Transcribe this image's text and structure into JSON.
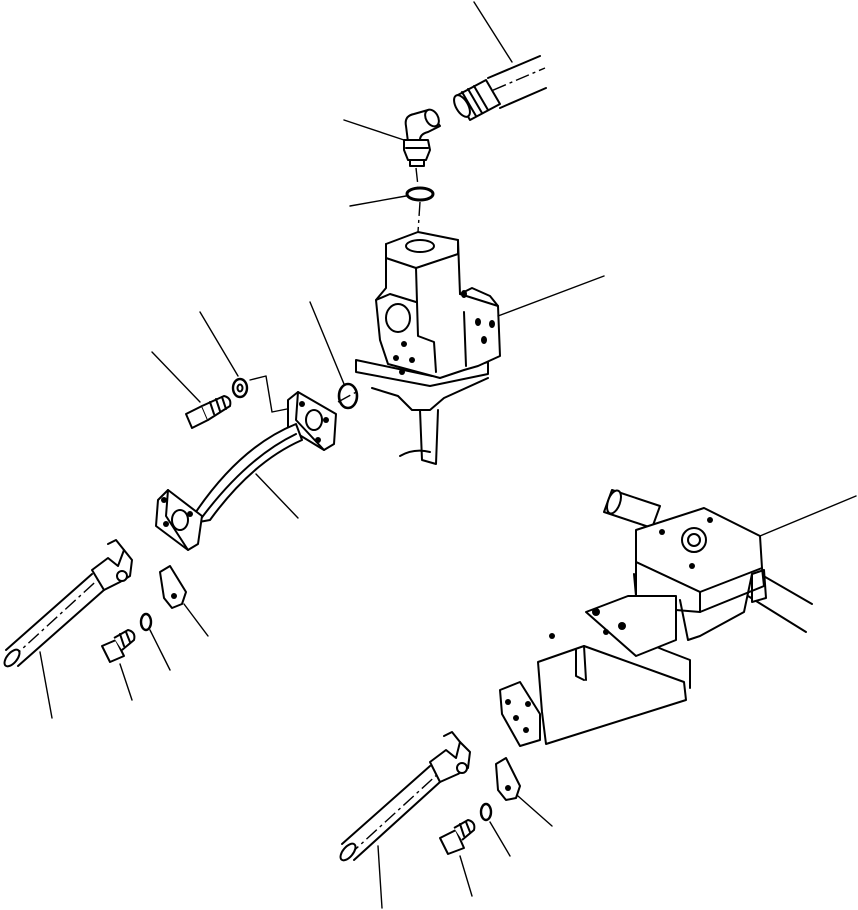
{
  "diagram": {
    "kind": "exploded parts view",
    "parts": [
      "hose",
      "elbow-fitting",
      "o-ring-upper",
      "valve-block",
      "bolt-flange",
      "washer-flange",
      "o-ring-flange",
      "tube",
      "hose-left",
      "clamp-left",
      "washer-left",
      "bolt-left",
      "bracket-assembly",
      "hose-bottom",
      "clamp-bottom",
      "washer-bottom",
      "bolt-bottom"
    ]
  }
}
